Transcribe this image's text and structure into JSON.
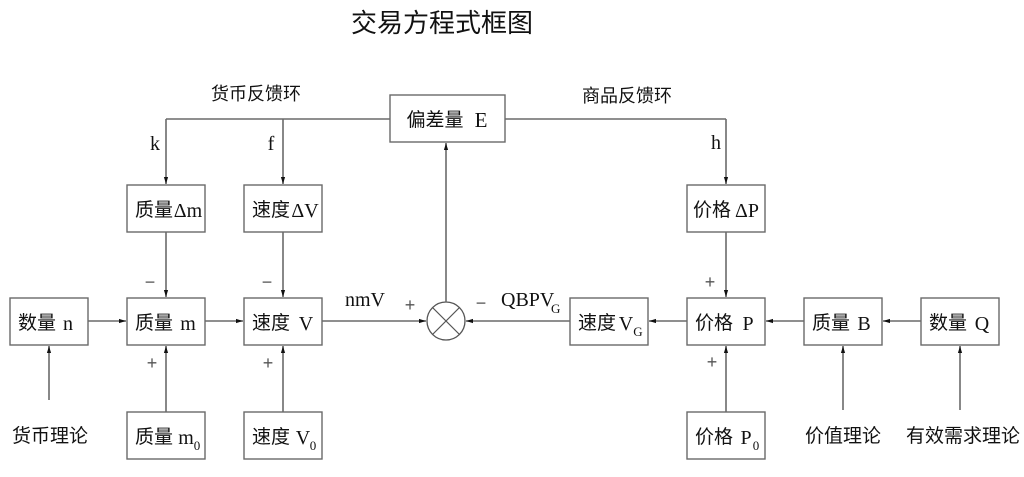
{
  "title": "交易方程式框图",
  "loops": {
    "money_loop_label": "货币反馈环",
    "goods_loop_label": "商品反馈环"
  },
  "gains": {
    "k": "k",
    "f": "f",
    "h": "h"
  },
  "boxes": {
    "deviation": {
      "cn": "偏差量",
      "sym": "E"
    },
    "delta_m": {
      "cn": "质量",
      "sym": "Δm"
    },
    "delta_v": {
      "cn": "速度",
      "sym": "ΔV"
    },
    "delta_p": {
      "cn": "价格",
      "sym": "ΔP"
    },
    "quantity_n": {
      "cn": "数量",
      "sym": "n"
    },
    "quality_m": {
      "cn": "质量",
      "sym": "m"
    },
    "velocity_v": {
      "cn": "速度",
      "sym": "V"
    },
    "velocity_vg": {
      "cn": "速度",
      "sym": "V",
      "sub": "G"
    },
    "price_p": {
      "cn": "价格",
      "sym": "P"
    },
    "quality_b": {
      "cn": "质量",
      "sym": "B"
    },
    "quantity_q": {
      "cn": "数量",
      "sym": "Q"
    },
    "quality_m0": {
      "cn": "质量",
      "sym": "m",
      "sub": "0"
    },
    "velocity_v0": {
      "cn": "速度",
      "sym": "V",
      "sub": "0"
    },
    "price_p0": {
      "cn": "价格",
      "sym": "P",
      "sub": "0"
    }
  },
  "signals": {
    "nmv": "nmV",
    "qbpv": "QBPV",
    "qbpv_sub": "G"
  },
  "signs": {
    "plus": "+",
    "minus": "−"
  },
  "theories": {
    "money": "货币理论",
    "value": "价值理论",
    "demand": "有效需求理论"
  }
}
